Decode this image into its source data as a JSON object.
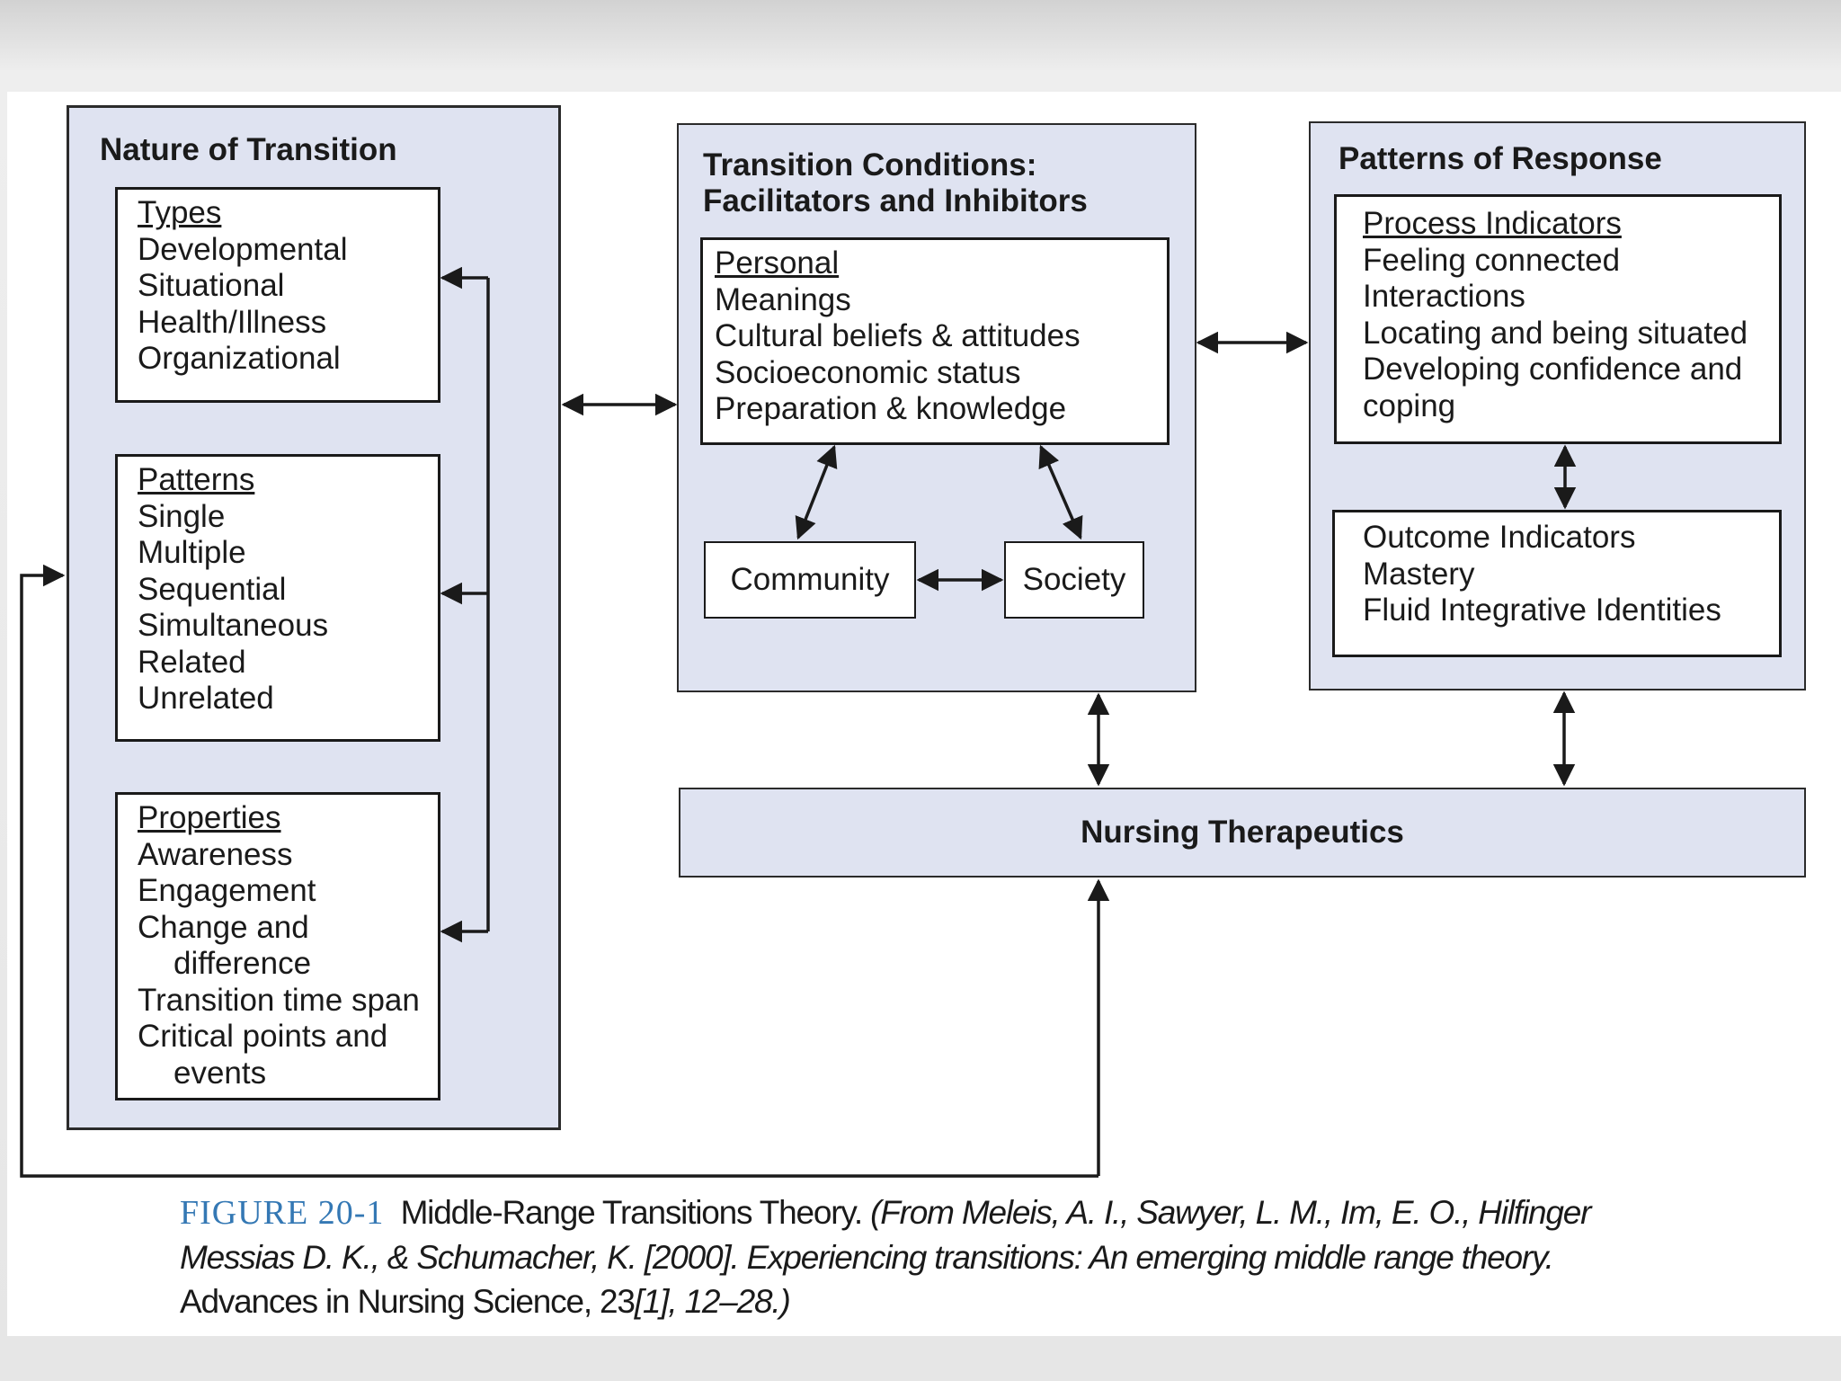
{
  "nature": {
    "title": "Nature of Transition",
    "types": {
      "heading": "Types",
      "items": [
        "Developmental",
        "Situational",
        "Health/Illness",
        "Organizational"
      ]
    },
    "patterns": {
      "heading": "Patterns",
      "items": [
        "Single",
        "Multiple",
        "Sequential",
        "Simultaneous",
        "Related",
        "Unrelated"
      ]
    },
    "properties": {
      "heading": "Properties",
      "items": [
        "Awareness",
        "Engagement",
        "Change and",
        "difference",
        "Transition time span",
        "Critical points and",
        "events"
      ]
    }
  },
  "conditions": {
    "title_line1": "Transition Conditions:",
    "title_line2": "Facilitators and Inhibitors",
    "personal": {
      "heading": "Personal",
      "items": [
        "Meanings",
        "Cultural beliefs & attitudes",
        "Socioeconomic status",
        "Preparation & knowledge"
      ]
    },
    "community": "Community",
    "society": "Society"
  },
  "response": {
    "title": "Patterns of Response",
    "process": {
      "heading": "Process Indicators",
      "items": [
        "Feeling connected",
        "Interactions",
        "Locating and being situated",
        "Developing confidence and",
        "coping"
      ]
    },
    "outcome": {
      "heading": "Outcome Indicators",
      "items": [
        "Mastery",
        "Fluid Integrative Identities"
      ]
    }
  },
  "therapeutics": "Nursing Therapeutics",
  "caption": {
    "figure": "FIGURE 20-1",
    "title": "Middle-Range Transitions Theory.",
    "citation_italic": "(From Meleis, A. I., Sawyer, L. M., Im, E. O., Hilfinger Messias D. K., & Schumacher, K. [2000]. Experiencing transitions: An emerging middle range theory.",
    "journal": "Advances in Nursing Science, 23",
    "volume_italic": "[1], 12–28.)"
  },
  "colors": {
    "panel": "#dfe3f1",
    "figure_label": "#3478b4"
  }
}
